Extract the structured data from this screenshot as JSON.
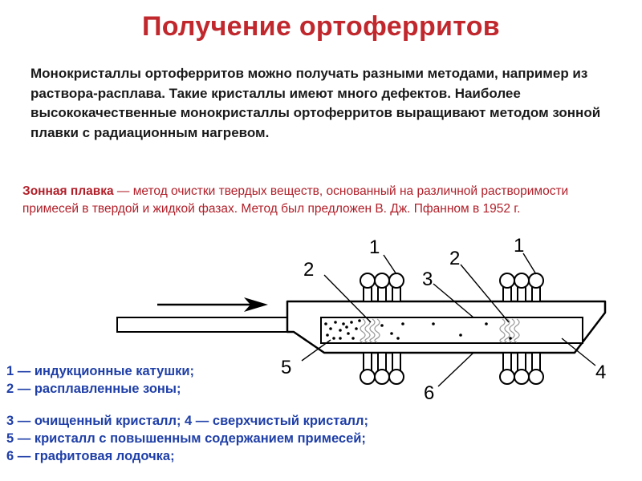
{
  "title": "Получение ортоферритов",
  "intro": "Монокристаллы ортоферритов можно получать разными методами, например из раствора-расплава. Такие кристаллы имеют много дефектов. Наиболее высококачественные монокристаллы ортоферритов выращивают методом зонной плавки с радиационным нагревом.",
  "definition": {
    "term": "Зонная  плавка",
    "text": " — метод очистки твердых веществ, основанный на различной растворимости примесей в твердой и жидкой фазах. Метод был предложен В. Дж. Пфанном в 1952 г."
  },
  "diagram_labels": {
    "coil_left": "1",
    "coil_right": "1",
    "zone_left": "2",
    "zone_right": "2",
    "purified": "3",
    "ultrapure": "4",
    "impure": "5",
    "boat": "6"
  },
  "legend": {
    "line1": "1 — индукционные катушки;",
    "line2": "2 — расплавленные зоны;",
    "line3": "3 — очищенный кристалл; 4 — сверхчистый кристалл;",
    "line4": "5 — кристалл с повышенным содержанием примесей;",
    "line5": "6 — графитовая лодочка;"
  },
  "colors": {
    "title": "#c0282d",
    "definition": "#b01e28",
    "legend": "#1f3fa8",
    "diagram_stroke": "#000000"
  }
}
